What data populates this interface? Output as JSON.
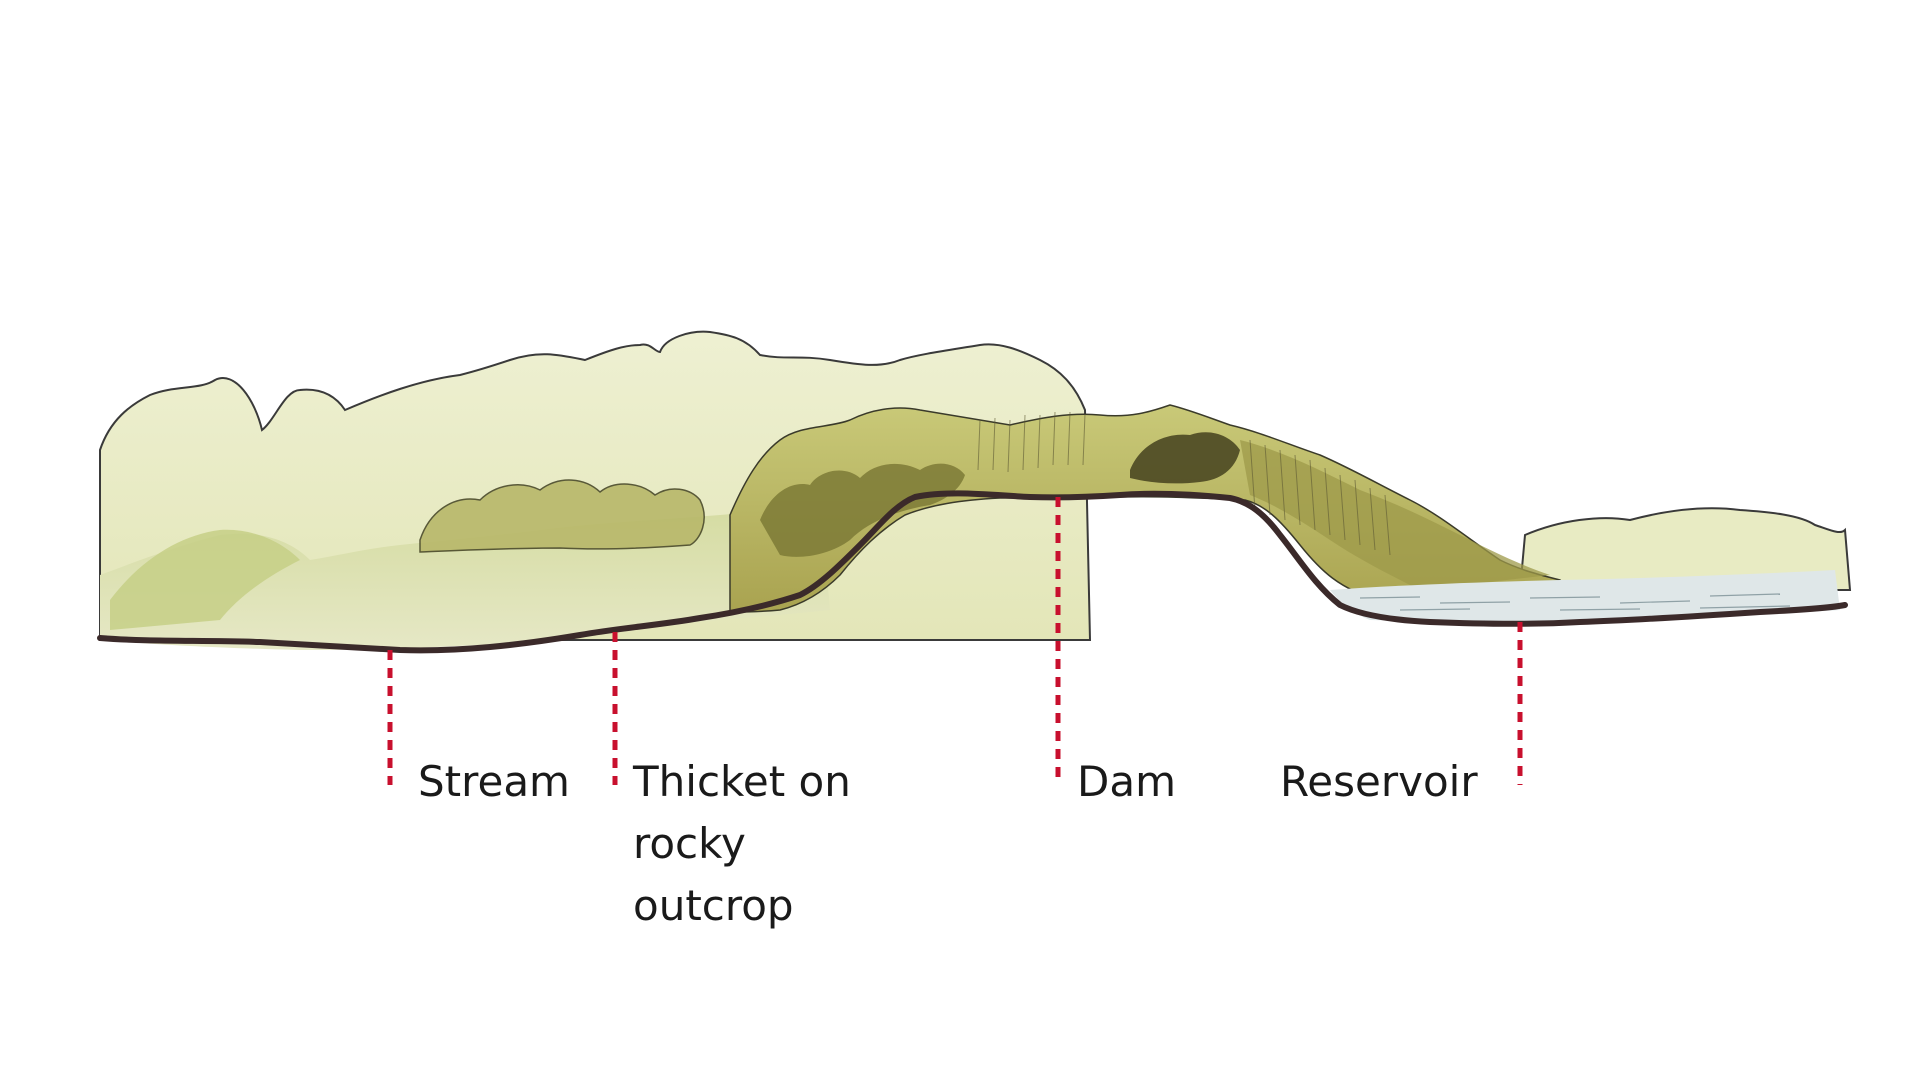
{
  "diagram": {
    "labels": {
      "stream": "Stream",
      "thicket_line1": "Thicket on",
      "thicket_line2": "rocky",
      "thicket_line3": "outcrop",
      "dam": "Dam",
      "reservoir": "Reservoir"
    },
    "colors": {
      "leader_line": "#c8102e",
      "ground_line": "#3b2a2a",
      "background_hills": "#e9ecc4",
      "vegetation_light": "#cfd58e",
      "vegetation_mid": "#b3b25a",
      "vegetation_dark": "#6f6a2e",
      "water": "#d9e2e4"
    }
  }
}
